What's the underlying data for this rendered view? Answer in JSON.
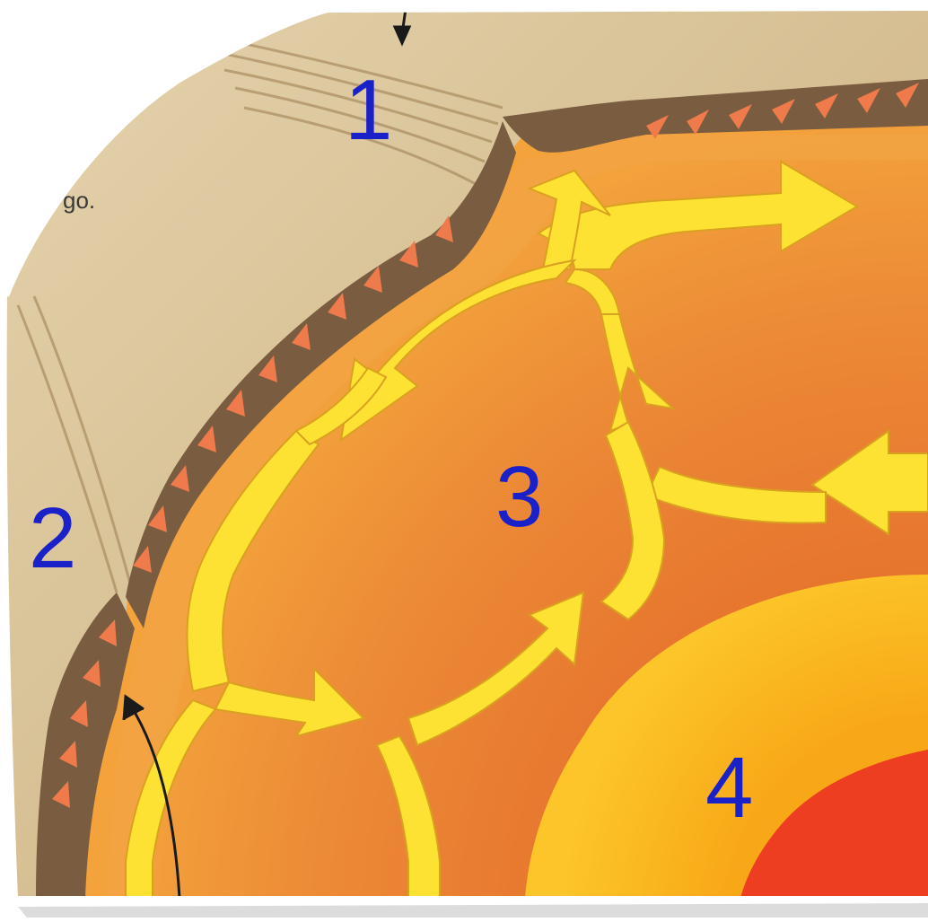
{
  "labels": {
    "one": "1",
    "two": "2",
    "three": "3",
    "four": "4"
  },
  "corner_text": "go.",
  "colors": {
    "label": "#1b21c9",
    "paper": "#d8c39a",
    "crust_dark": "#7c5f43",
    "mantle_orange": "#f09a33",
    "mantle_deep": "#e47a2e",
    "arrow_yellow": "#fde234",
    "outer_core": "#fbb51c",
    "inner_core": "#ee3e22",
    "chevron": "#ef7a4b"
  }
}
